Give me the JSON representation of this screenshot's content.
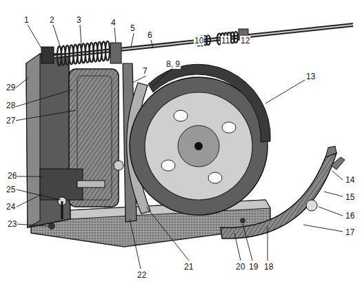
{
  "diagram": {
    "labels": [
      "1",
      "2",
      "3",
      "4",
      "5",
      "6",
      "8, 9",
      "7",
      "10",
      "11",
      "12",
      "13",
      "14",
      "15",
      "16",
      "17",
      "18",
      "19",
      "20",
      "21",
      "22",
      "23",
      "24",
      "25",
      "26",
      "27",
      "28",
      "29"
    ]
  }
}
